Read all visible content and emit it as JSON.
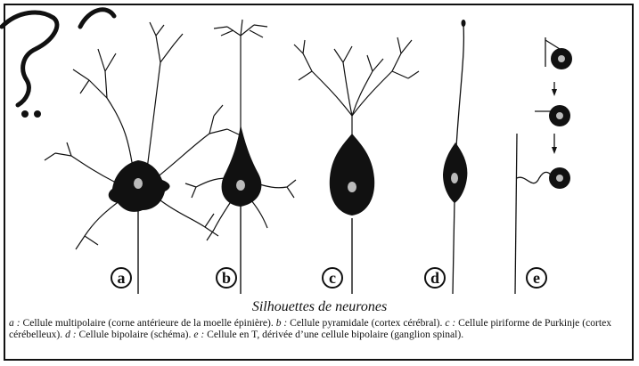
{
  "figure": {
    "title": "Silhouettes de neurones",
    "labels": [
      "a",
      "b",
      "c",
      "d",
      "e"
    ]
  },
  "caption": {
    "a_key": "a :",
    "a_text": " Cellule multipolaire (corne antérieure de la moelle épinière). ",
    "b_key": "b :",
    "b_text": " Cellule pyramidale (cortex cérébral). ",
    "c_key": "c :",
    "c_text": " Cellule piriforme de Purkinje (cortex cérébelleux). ",
    "d_key": "d :",
    "d_text": " Cellule bipolaire (schéma). ",
    "e_key": "e :",
    "e_text": " Cellule en T, dérivée d’une cellule bipolaire (ganglion spinal)."
  },
  "watermark_color": "#111111"
}
